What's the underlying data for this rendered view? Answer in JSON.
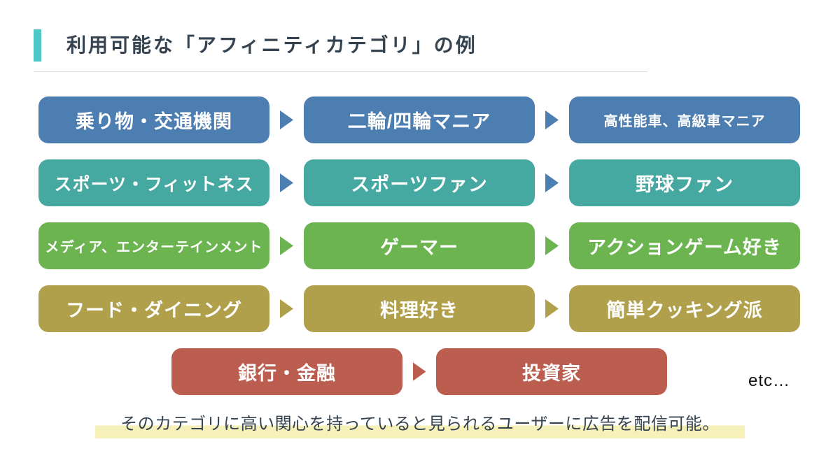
{
  "title": {
    "text": "利用可能な「アフィニティカテゴリ」の例"
  },
  "colors": {
    "accent_bar": "#4ec8c4",
    "title_text": "#35424f",
    "divider": "#dddddd",
    "blue": "#4d7eb1",
    "teal": "#45a8a1",
    "green": "#6bb450",
    "gold": "#b1a04b",
    "red": "#bb5e50",
    "highlight": "#f6f1b8",
    "footer_text": "#35424f",
    "etc_text": "#111111"
  },
  "flow_rows": [
    {
      "color": "blue",
      "arrow_color": "blue",
      "cells": [
        "乗り物・交通機関",
        "二輪/四輪マニア",
        "高性能車、高級車マニア"
      ]
    },
    {
      "color": "teal",
      "arrow_color": "blue",
      "cells": [
        "スポーツ・フィットネス",
        "スポーツファン",
        "野球ファン"
      ]
    },
    {
      "color": "green",
      "arrow_color": "green",
      "cells": [
        "メディア、エンターテインメント",
        "ゲーマー",
        "アクションゲーム好き"
      ]
    },
    {
      "color": "gold",
      "arrow_color": "gold",
      "cells": [
        "フード・ダイニング",
        "料理好き",
        "簡単クッキング派"
      ]
    },
    {
      "color": "red",
      "arrow_color": "red",
      "cells": [
        "銀行・金融",
        "投資家"
      ],
      "suffix": "etc…"
    }
  ],
  "footer": {
    "text": "そのカテゴリに高い関心を持っていると見られるユーザーに広告を配信可能。"
  }
}
